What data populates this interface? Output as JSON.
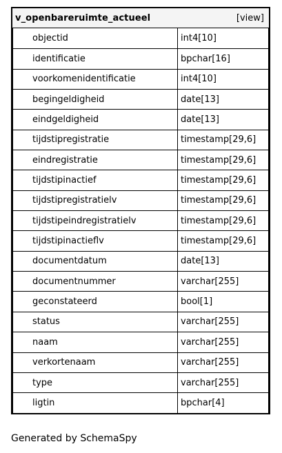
{
  "table": {
    "name": "v_openbareruimte_actueel",
    "kind": "[view]",
    "columns": [
      {
        "name": "objectid",
        "type": "int4[10]"
      },
      {
        "name": "identificatie",
        "type": "bpchar[16]"
      },
      {
        "name": "voorkomenidentificatie",
        "type": "int4[10]"
      },
      {
        "name": "begingeldigheid",
        "type": "date[13]"
      },
      {
        "name": "eindgeldigheid",
        "type": "date[13]"
      },
      {
        "name": "tijdstipregistratie",
        "type": "timestamp[29,6]"
      },
      {
        "name": "eindregistratie",
        "type": "timestamp[29,6]"
      },
      {
        "name": "tijdstipinactief",
        "type": "timestamp[29,6]"
      },
      {
        "name": "tijdstipregistratielv",
        "type": "timestamp[29,6]"
      },
      {
        "name": "tijdstipeindregistratielv",
        "type": "timestamp[29,6]"
      },
      {
        "name": "tijdstipinactieflv",
        "type": "timestamp[29,6]"
      },
      {
        "name": "documentdatum",
        "type": "date[13]"
      },
      {
        "name": "documentnummer",
        "type": "varchar[255]"
      },
      {
        "name": "geconstateerd",
        "type": "bool[1]"
      },
      {
        "name": "status",
        "type": "varchar[255]"
      },
      {
        "name": "naam",
        "type": "varchar[255]"
      },
      {
        "name": "verkortenaam",
        "type": "varchar[255]"
      },
      {
        "name": "type",
        "type": "varchar[255]"
      },
      {
        "name": "ligtin",
        "type": "bpchar[4]"
      }
    ]
  },
  "footer": {
    "text": "Generated by SchemaSpy"
  }
}
